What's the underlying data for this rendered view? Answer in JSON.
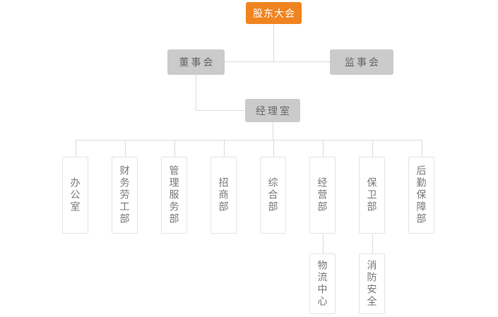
{
  "colors": {
    "root_bg": "#EF8420",
    "root_text": "#FFFFFF",
    "branch_bg": "#CBCBCB",
    "branch_text": "#666666",
    "leaf_bg": "#FFFFFF",
    "leaf_border": "#E4E4E4",
    "leaf_text": "#777777",
    "connector": "#DCDCDC"
  },
  "org": {
    "root": {
      "label": "股东大会"
    },
    "level2": [
      {
        "label": "董事会"
      },
      {
        "label": "监事会"
      }
    ],
    "level3": {
      "label": "经理室"
    },
    "departments": [
      {
        "label": "办公室"
      },
      {
        "label": "财务劳工部"
      },
      {
        "label": "管理服务部"
      },
      {
        "label": "招商部"
      },
      {
        "label": "综合部"
      },
      {
        "label": "经营部",
        "children": [
          {
            "label": "物流中心"
          }
        ]
      },
      {
        "label": "保卫部",
        "children": [
          {
            "label": "消防安全"
          }
        ]
      },
      {
        "label": "后勤保障部"
      }
    ]
  }
}
